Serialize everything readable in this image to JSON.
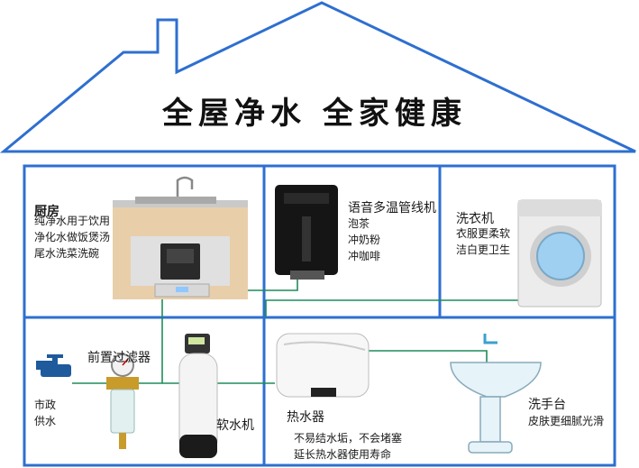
{
  "header": {
    "title": "全屋净水  全家健康"
  },
  "colors": {
    "frame": "#2e6fd0",
    "pipe": "#1f8c5a",
    "roof_fill": "#ffffff"
  },
  "rooms": {
    "kitchen": {
      "label": "厨房",
      "lines": [
        "纯净水用于饮用",
        "净化水做饭煲汤",
        "尾水洗菜洗碗"
      ]
    },
    "dispenser": {
      "label": "语音多温管线机",
      "lines": [
        "泡茶",
        "冲奶粉",
        "冲咖啡"
      ]
    },
    "laundry": {
      "label": "洗衣机",
      "lines": [
        "衣服更柔软",
        "洁白更卫生"
      ]
    },
    "supply": {
      "label_lines": [
        "市政",
        "供水"
      ]
    },
    "prefilter": {
      "label": "前置过滤器"
    },
    "softener": {
      "label": "软水机"
    },
    "heater": {
      "label": "热水器",
      "lines": [
        "不易结水垢，不会堵塞",
        "延长热水器使用寿命"
      ]
    },
    "sink": {
      "label": "洗手台",
      "lines": [
        "皮肤更细腻光滑"
      ]
    }
  },
  "icons": [
    "kitchen-cabinet-icon",
    "water-dispenser-icon",
    "washing-machine-icon",
    "water-tap-icon",
    "pre-filter-icon",
    "water-softener-icon",
    "water-heater-icon",
    "wash-basin-icon"
  ]
}
